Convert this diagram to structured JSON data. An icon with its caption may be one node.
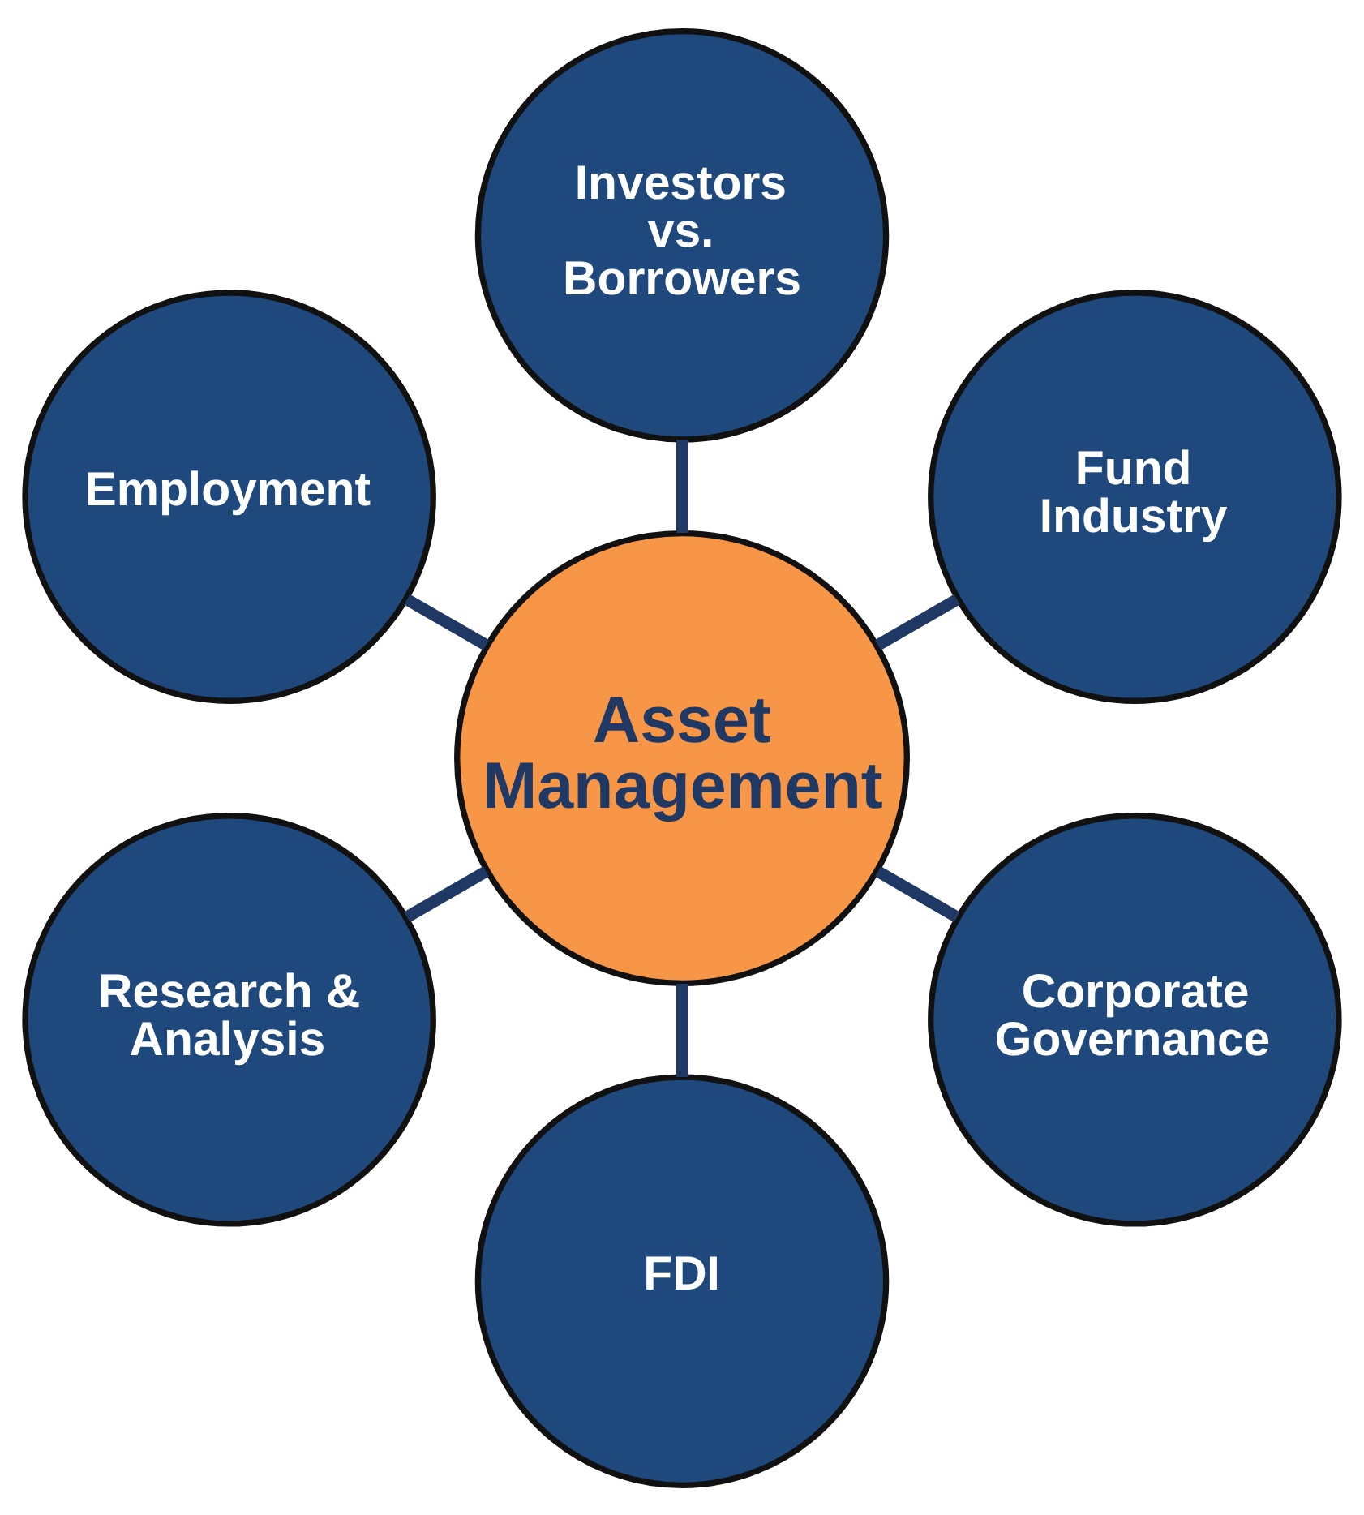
{
  "diagram": {
    "nodes": [
      {
        "text": [
          "Asset Management"
        ]
      },
      {
        "text": [
          "Fund Industry"
        ]
      },
      {
        "text": [
          "Investors vs. Borrowers"
        ]
      },
      {
        "text": [
          "Employment"
        ]
      },
      {
        "text": [
          "Research & Analysis"
        ]
      },
      {
        "text": [
          "FDI"
        ]
      },
      {
        "text": [
          "Corporate Governance"
        ]
      }
    ],
    "edges": [
      {
        "from": 0,
        "to": 1,
        "arrow": "none"
      },
      {
        "from": 0,
        "to": 2,
        "arrow": "none"
      },
      {
        "from": 0,
        "to": 3,
        "arrow": "none"
      },
      {
        "from": 0,
        "to": 4,
        "arrow": "none"
      },
      {
        "from": 0,
        "to": 5,
        "arrow": "none"
      },
      {
        "from": 0,
        "to": 6,
        "arrow": "none"
      }
    ]
  }
}
